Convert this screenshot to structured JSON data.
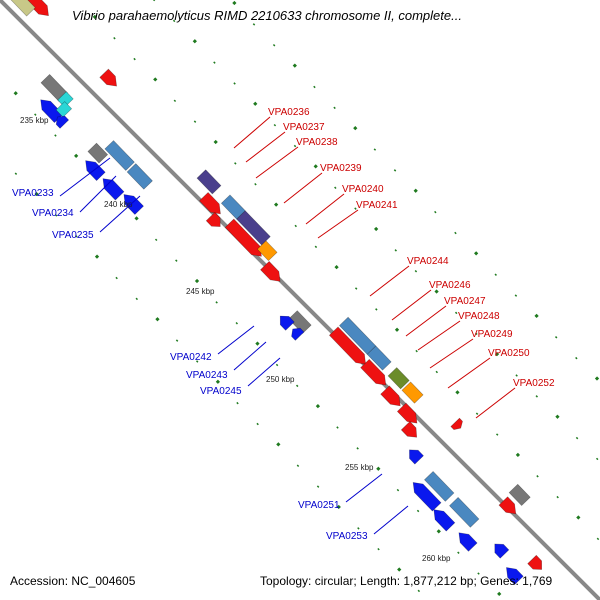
{
  "title": "Vibrio parahaemolyticus RIMD 2210633 chromosome II, complete...",
  "footer": {
    "accession": "Accession: NC_004605",
    "summary": "Topology: circular; Length: 1,877,212 bp; Genes: 1,769"
  },
  "colors": {
    "backbone": "#888888",
    "plus_strand_label": "#cc0000",
    "minus_strand_label": "#0000cc",
    "tick": "#1f7a1f",
    "red": "#ee1111",
    "blue": "#0a18ee",
    "steel": "#4a88c0",
    "slate": "#4a3f8c",
    "gray": "#777777",
    "orange": "#ff9900",
    "olive": "#6b8c2a",
    "cyan": "#2ad6d6",
    "khaki": "#c8c888"
  },
  "kbp_labels": [
    "235 kbp",
    "240 kbp",
    "245 kbp",
    "250 kbp",
    "255 kbp",
    "260 kbp"
  ],
  "plus_labels": [
    "VPA0236",
    "VPA0237",
    "VPA0238",
    "VPA0239",
    "VPA0240",
    "VPA0241",
    "VPA0244",
    "VPA0246",
    "VPA0247",
    "VPA0248",
    "VPA0249",
    "VPA0250",
    "VPA0252"
  ],
  "minus_labels": [
    "VPA0233",
    "VPA0234",
    "VPA0235",
    "VPA0242",
    "VPA0243",
    "VPA0245",
    "VPA0251",
    "VPA0253"
  ]
}
